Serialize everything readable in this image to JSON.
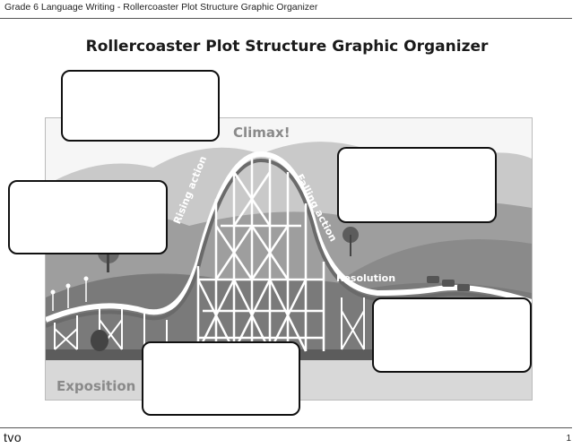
{
  "header": {
    "doc_title": "Grade 6 Language Writing - Rollercoaster Plot Structure Graphic Organizer"
  },
  "page": {
    "title": "Rollercoaster Plot Structure Graphic Organizer"
  },
  "diagram": {
    "labels": {
      "climax": "Climax!",
      "rising_action": "Rising action",
      "falling_action": "Falling action",
      "resolution": "Resolution",
      "exposition": "Exposition"
    }
  },
  "footer": {
    "logo": "tvo",
    "page_number": "1"
  }
}
